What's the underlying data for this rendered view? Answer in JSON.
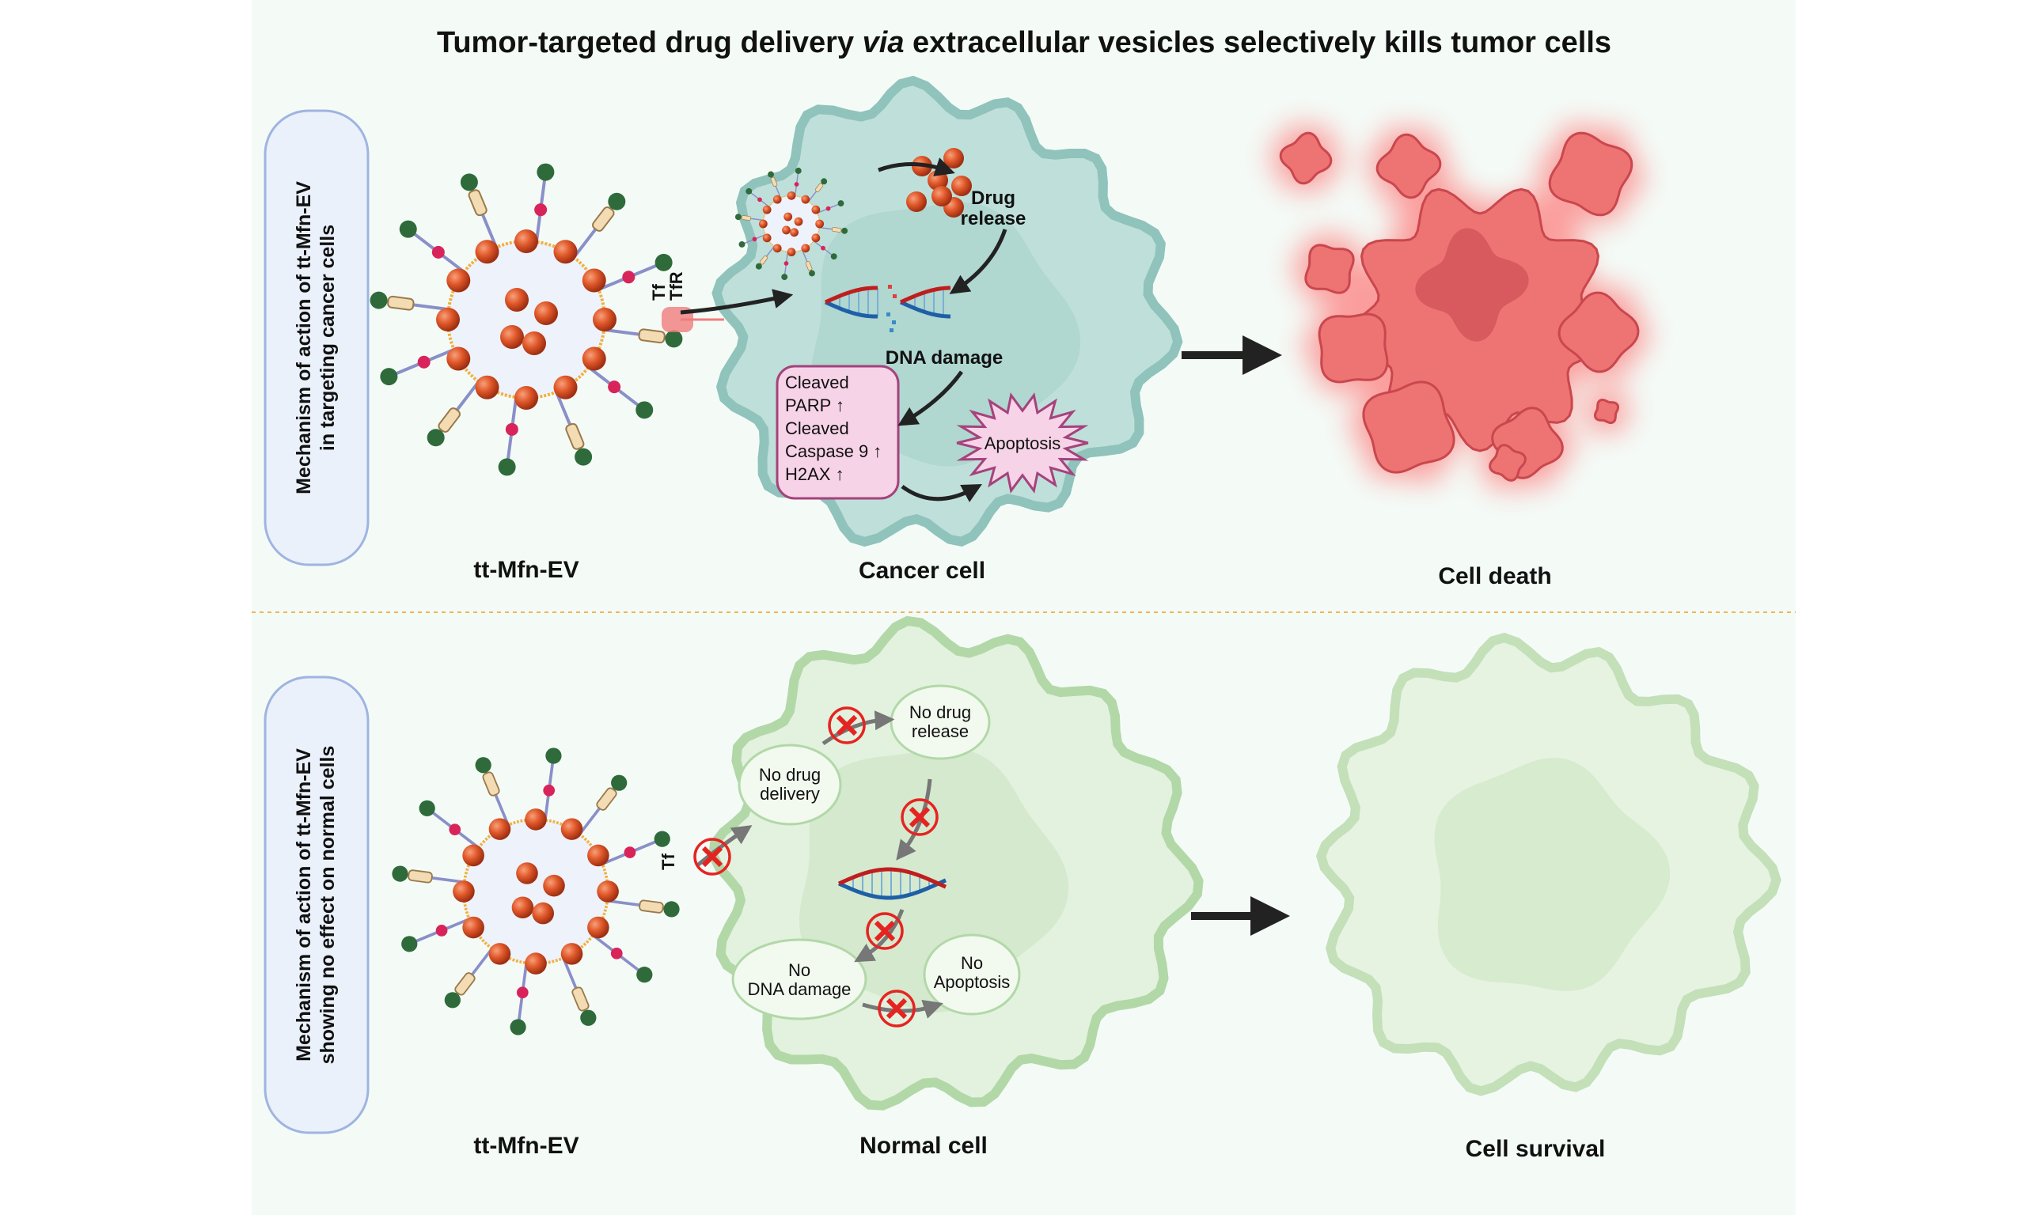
{
  "title": {
    "part1": "Tumor-targeted drug delivery ",
    "part2": "via",
    "part3": " extracellular vesicles selectively kills tumor cells"
  },
  "top": {
    "side_label": [
      "Mechanism of action of tt-Mfn-EV",
      "in targeting cancer cells"
    ],
    "ev_label": "tt-Mfn-EV",
    "tf_label": "Tf",
    "tfr_label": "TfR",
    "cell_label": "Cancer cell",
    "drug_release": [
      "Drug",
      "release"
    ],
    "dna_damage": "DNA damage",
    "markers": [
      "Cleaved",
      "PARP ↑",
      "Cleaved",
      "Caspase 9 ↑",
      "H2AX ↑"
    ],
    "apoptosis": "Apoptosis",
    "outcome_label": "Cell death"
  },
  "bottom": {
    "side_label": [
      "Mechanism of action of tt-Mfn-EV",
      "showing no effect on normal cells"
    ],
    "ev_label": "tt-Mfn-EV",
    "tf_label": "Tf",
    "cell_label": "Normal cell",
    "no_drug_delivery": [
      "No drug",
      "delivery"
    ],
    "no_drug_release": [
      "No drug",
      "release"
    ],
    "no_dna_damage": [
      "No",
      "DNA damage"
    ],
    "no_apoptosis": [
      "No",
      "Apoptosis"
    ],
    "outcome_label": "Cell survival"
  },
  "colors": {
    "panel": "#f4fbf7",
    "cancer_cell": "#bfe0da",
    "cancer_cell_stroke": "#8fc3bb",
    "dead_cell": "#ee7473",
    "normal_cell": "#dcefd6",
    "normal_cell_stroke": "#a9d39e",
    "drug": "#e0582a",
    "block_mark": "#e52421",
    "divider": "#f0b45a"
  }
}
